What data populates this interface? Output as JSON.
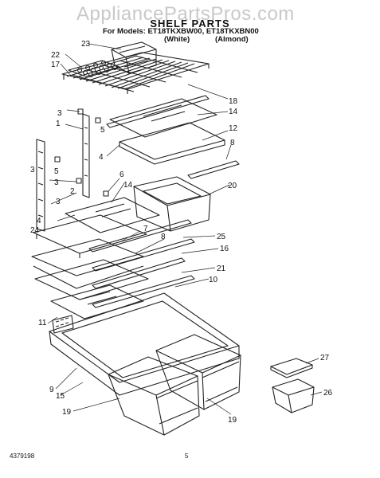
{
  "watermark": "AppliancePartsPros.com",
  "title": "SHELF PARTS",
  "models_line": "For Models: ET18TKXBW00, ET18TKXBN00",
  "color_white": "(White)",
  "color_almond": "(Almond)",
  "footer_left": "4379198",
  "footer_page": "5",
  "callouts": [
    "23",
    "22",
    "17",
    "18",
    "14",
    "3",
    "1",
    "5",
    "12",
    "4",
    "8",
    "3",
    "5",
    "3",
    "6",
    "14",
    "20",
    "2",
    "3",
    "4",
    "24",
    "7",
    "8",
    "25",
    "16",
    "21",
    "10",
    "11",
    "9",
    "15",
    "19",
    "19",
    "27",
    "26"
  ]
}
